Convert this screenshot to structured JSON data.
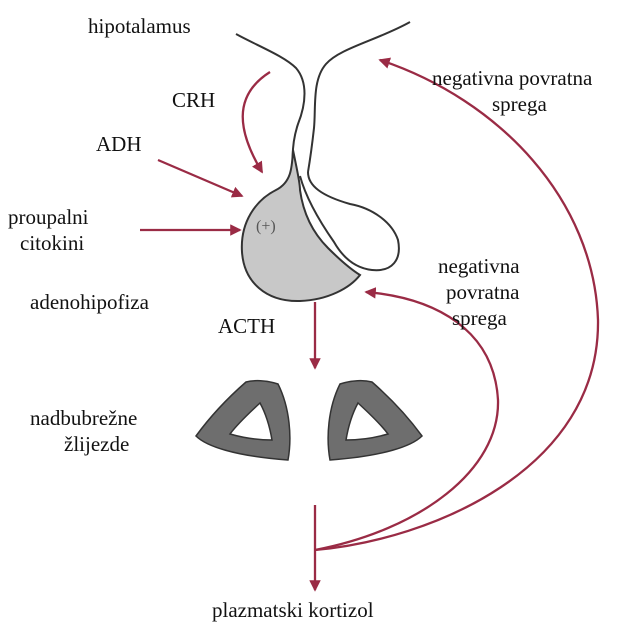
{
  "labels": {
    "hypothalamus": "hipotalamus",
    "crh": "CRH",
    "adh": "ADH",
    "cytokines_line1": "proupalni",
    "cytokines_line2": "citokini",
    "pituitary": "adenohipofiza",
    "acth": "ACTH",
    "adrenal_line1": "nadbubrežne",
    "adrenal_line2": "žlijezde",
    "cortisol": "plazmatski kortizol",
    "feedback_long_line1": "negativna povratna",
    "feedback_long_line2": "sprega",
    "feedback_short_line1": "negativna",
    "feedback_short_line2": "povratna",
    "feedback_short_line3": "sprega",
    "stimulation_sign": "(+)"
  },
  "colors": {
    "arrow": "#9a2b45",
    "pituitary_fill": "#c8c8c8",
    "adrenal_fill": "#6e6e6e",
    "outline": "#333333"
  }
}
